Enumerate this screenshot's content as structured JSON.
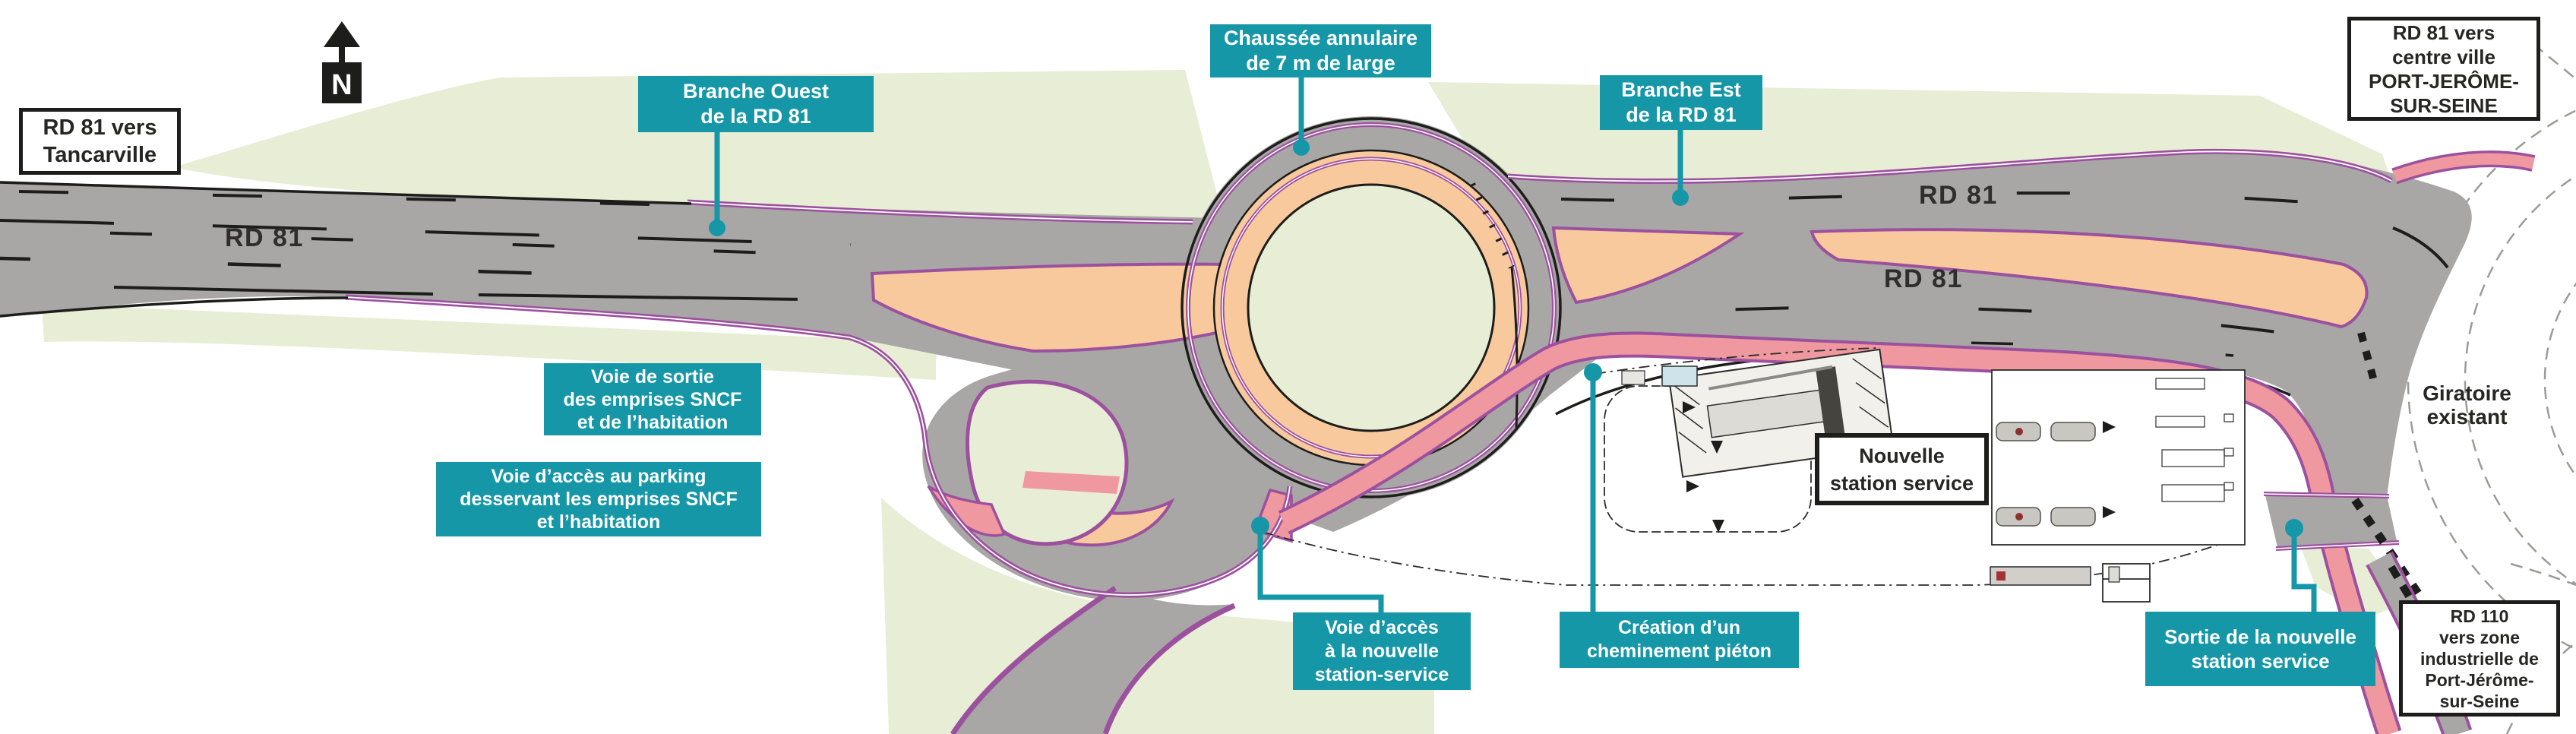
{
  "title": "Plan d'aménagement giratoire RD 81",
  "compass": {
    "label": "N"
  },
  "road_labels": {
    "rd81_west": "RD 81",
    "rd81_east_upper": "RD 81",
    "rd81_east_lower": "RD 81"
  },
  "labels": {
    "tancarville": {
      "lines": [
        "RD 81 vers",
        "Tancarville"
      ]
    },
    "centre_ville": {
      "lines": [
        "RD 81 vers",
        "centre ville",
        "PORT-JERÔME-",
        "SUR-SEINE"
      ]
    },
    "nouvelle_station": {
      "lines": [
        "Nouvelle",
        "station service"
      ]
    },
    "rd110": {
      "lines": [
        "RD 110",
        "vers zone",
        "industrielle de",
        "Port-Jérôme-",
        "sur-Seine"
      ]
    },
    "giratoire": {
      "lines": [
        "Giratoire",
        "existant"
      ]
    },
    "branche_ouest": {
      "lines": [
        "Branche Ouest",
        "de la RD 81"
      ]
    },
    "chaussee_annulaire": {
      "lines": [
        "Chaussée annulaire",
        "de 7 m de large"
      ]
    },
    "branche_est": {
      "lines": [
        "Branche Est",
        "de la RD 81"
      ]
    },
    "voie_sortie": {
      "lines": [
        "Voie de sortie",
        "des emprises SNCF",
        "et de l’habitation"
      ]
    },
    "voie_parking": {
      "lines": [
        "Voie d’accès au parking",
        "desservant les emprises SNCF",
        "et l’habitation"
      ]
    },
    "voie_acces_station": {
      "lines": [
        "Voie d’accès",
        "à la nouvelle",
        "station-service"
      ]
    },
    "creation_pieton": {
      "lines": [
        "Création d’un",
        "cheminement piéton"
      ]
    },
    "sortie_station": {
      "lines": [
        "Sortie de la nouvelle",
        "station service"
      ]
    }
  },
  "colors": {
    "callout_teal": "#1597a8",
    "road_gray": "#a8a7a5",
    "grass_green": "#e8edd5",
    "island_peach": "#f9c99e",
    "sidewalk_pink": "#f0989f",
    "lane_purple": "#9c519f",
    "ink_black": "#1d1d1b"
  }
}
